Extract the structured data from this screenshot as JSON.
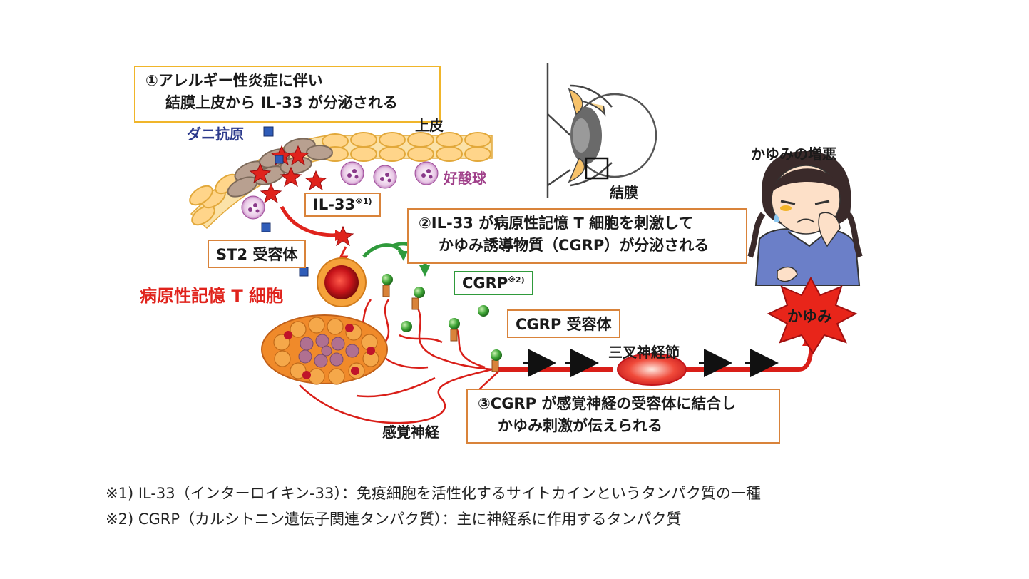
{
  "steps": {
    "step1": {
      "line1": "①アレルギー性炎症に伴い",
      "line2": "結膜上皮から IL-33 が分泌される"
    },
    "step2": {
      "line1": "②IL-33 が病原性記憶 T 細胞を刺激して",
      "line2": "かゆみ誘導物質（CGRP）が分泌される"
    },
    "step3": {
      "line1": "③CGRP が感覚神経の受容体に結合し",
      "line2": "かゆみ刺激が伝えられる"
    }
  },
  "labels": {
    "mite_antigen": "ダニ抗原",
    "epithelium": "上皮",
    "eosinophil": "好酸球",
    "il33": "IL-33",
    "il33_note": "※1)",
    "st2_receptor": "ST2 受容体",
    "t_cell": "病原性記憶 T 細胞",
    "cgrp": "CGRP",
    "cgrp_note": "※2)",
    "cgrp_receptor": "CGRP 受容体",
    "trigeminal": "三叉神経節",
    "sensory_nerve": "感覚神経",
    "conjunctiva": "結膜",
    "itch_worse": "かゆみの増悪",
    "itch": "かゆみ"
  },
  "footnotes": [
    "※1) IL-33（インターロイキン-33）：免疫細胞を活性化するサイトカインというタンパク質の一種",
    "※2) CGRP（カルシトニン遺伝子関連タンパク質）：主に神経系に作用するタンパク質"
  ],
  "colors": {
    "step1_border": "#f0b52a",
    "step_border": "#d9833a",
    "cgrp_border": "#2f9a3b",
    "t_cell_label": "#e0231c",
    "mite_label": "#2c3a8c",
    "eosinophil_label": "#a0408a",
    "nerve": "#d91e18"
  }
}
